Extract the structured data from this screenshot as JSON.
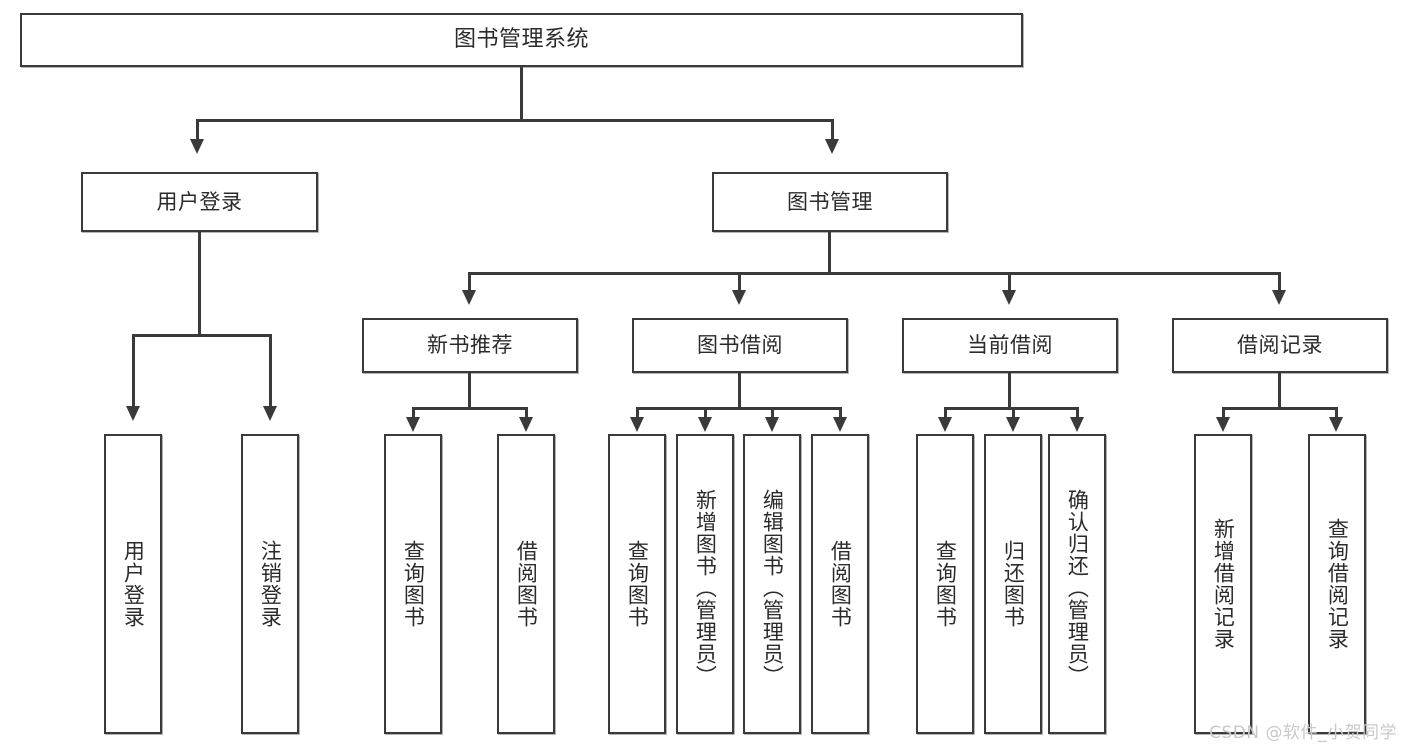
{
  "diagram": {
    "type": "tree",
    "title": "图书管理系统",
    "watermark": "CSDN @软件_小贺同学",
    "nodes": {
      "root": {
        "label": "图书管理系统"
      },
      "level2": [
        {
          "id": "user-login",
          "label": "用户登录"
        },
        {
          "id": "book-manage",
          "label": "图书管理"
        }
      ],
      "level3": [
        {
          "id": "new-book-recommend",
          "label": "新书推荐"
        },
        {
          "id": "book-borrow",
          "label": "图书借阅"
        },
        {
          "id": "current-borrow",
          "label": "当前借阅"
        },
        {
          "id": "borrow-record",
          "label": "借阅记录"
        }
      ],
      "leaves": {
        "user_login": [
          {
            "id": "leaf-user-login",
            "label": "用户登录"
          },
          {
            "id": "leaf-logout-login",
            "label": "注销登录"
          }
        ],
        "new_book_recommend": [
          {
            "id": "leaf-query-book-1",
            "label": "查询图书"
          },
          {
            "id": "leaf-borrow-book-1",
            "label": "借阅图书"
          }
        ],
        "book_borrow": [
          {
            "id": "leaf-query-book-2",
            "label": "查询图书"
          },
          {
            "id": "leaf-add-book-admin",
            "label": "新增图书（管理员）"
          },
          {
            "id": "leaf-edit-book-admin",
            "label": "编辑图书（管理员）"
          },
          {
            "id": "leaf-borrow-book-2",
            "label": "借阅图书"
          }
        ],
        "current_borrow": [
          {
            "id": "leaf-query-book-3",
            "label": "查询图书"
          },
          {
            "id": "leaf-return-book",
            "label": "归还图书"
          },
          {
            "id": "leaf-confirm-return-admin",
            "label": "确认归还（管理员）"
          }
        ],
        "borrow_record": [
          {
            "id": "leaf-add-borrow-record",
            "label": "新增借阅记录"
          },
          {
            "id": "leaf-query-borrow-record",
            "label": "查询借阅记录"
          }
        ]
      }
    },
    "colors": {
      "stroke": "#3a3a3a",
      "fill": "#ffffff",
      "text": "#2b2b2b",
      "watermark": "#c9c9c9"
    }
  }
}
